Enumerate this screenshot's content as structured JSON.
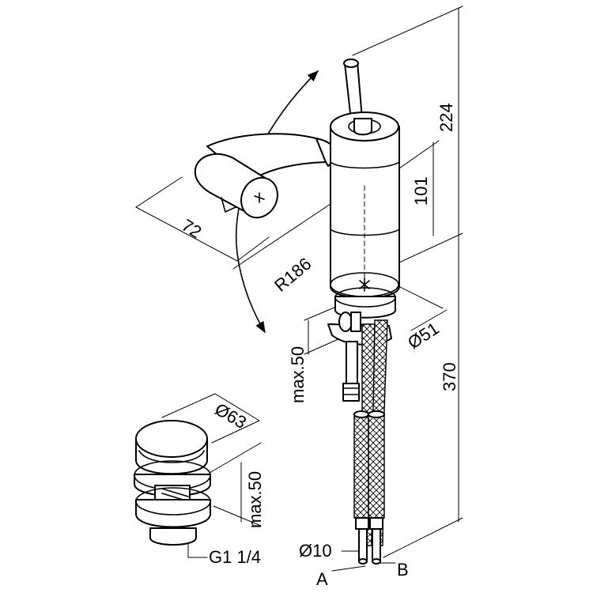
{
  "dimensions": {
    "height_total": "224",
    "height_body": "101",
    "lever_depth": "72",
    "swing_radius": "R186",
    "max_deck": "max.50",
    "base_diameter": "Ø51",
    "below_deck": "370",
    "waste_diameter": "Ø63",
    "waste_max": "max.50",
    "waste_thread": "G1 1/4",
    "hose_diameter": "Ø10"
  },
  "labels": {
    "hose_a": "A",
    "hose_b": "B"
  },
  "colors": {
    "line": "#000000",
    "background": "#ffffff"
  }
}
